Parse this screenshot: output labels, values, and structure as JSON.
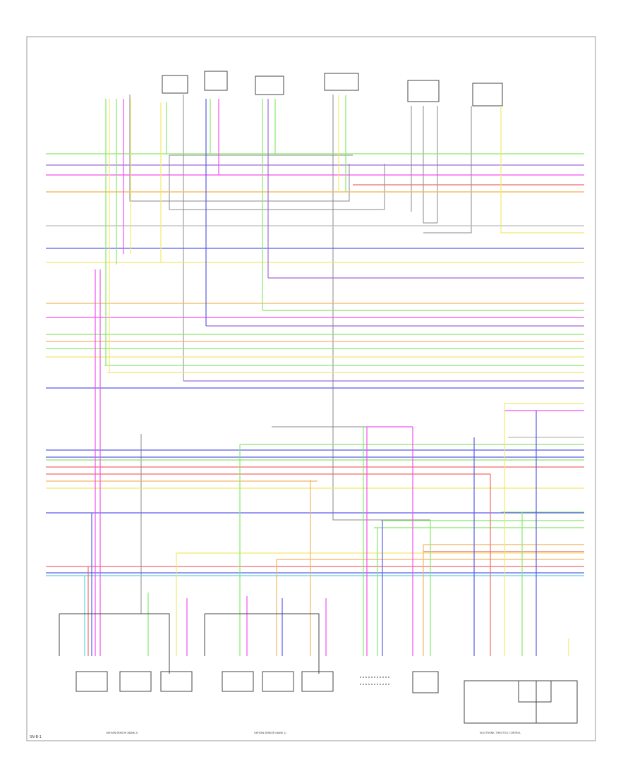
{
  "diagram": {
    "footer_label": "SN-B-1",
    "wire_colors": {
      "green": "#86e86a",
      "pink": "#f24ff0",
      "yellow": "#f2e86a",
      "blue": "#5b5ce6",
      "gray": "#8a8a8a",
      "orange": "#f4b563",
      "red": "#f06a6a",
      "cyan": "#5bd4e0",
      "purple": "#a06ad8",
      "black": "#333333"
    },
    "bottom_groups": [
      {
        "label": "OXYGEN SENSOR (BANK 2)"
      },
      {
        "label": "OXYGEN SENSOR (BANK 1)"
      },
      {
        "label": "ELECTRONIC THROTTLE CONTROL"
      }
    ]
  }
}
